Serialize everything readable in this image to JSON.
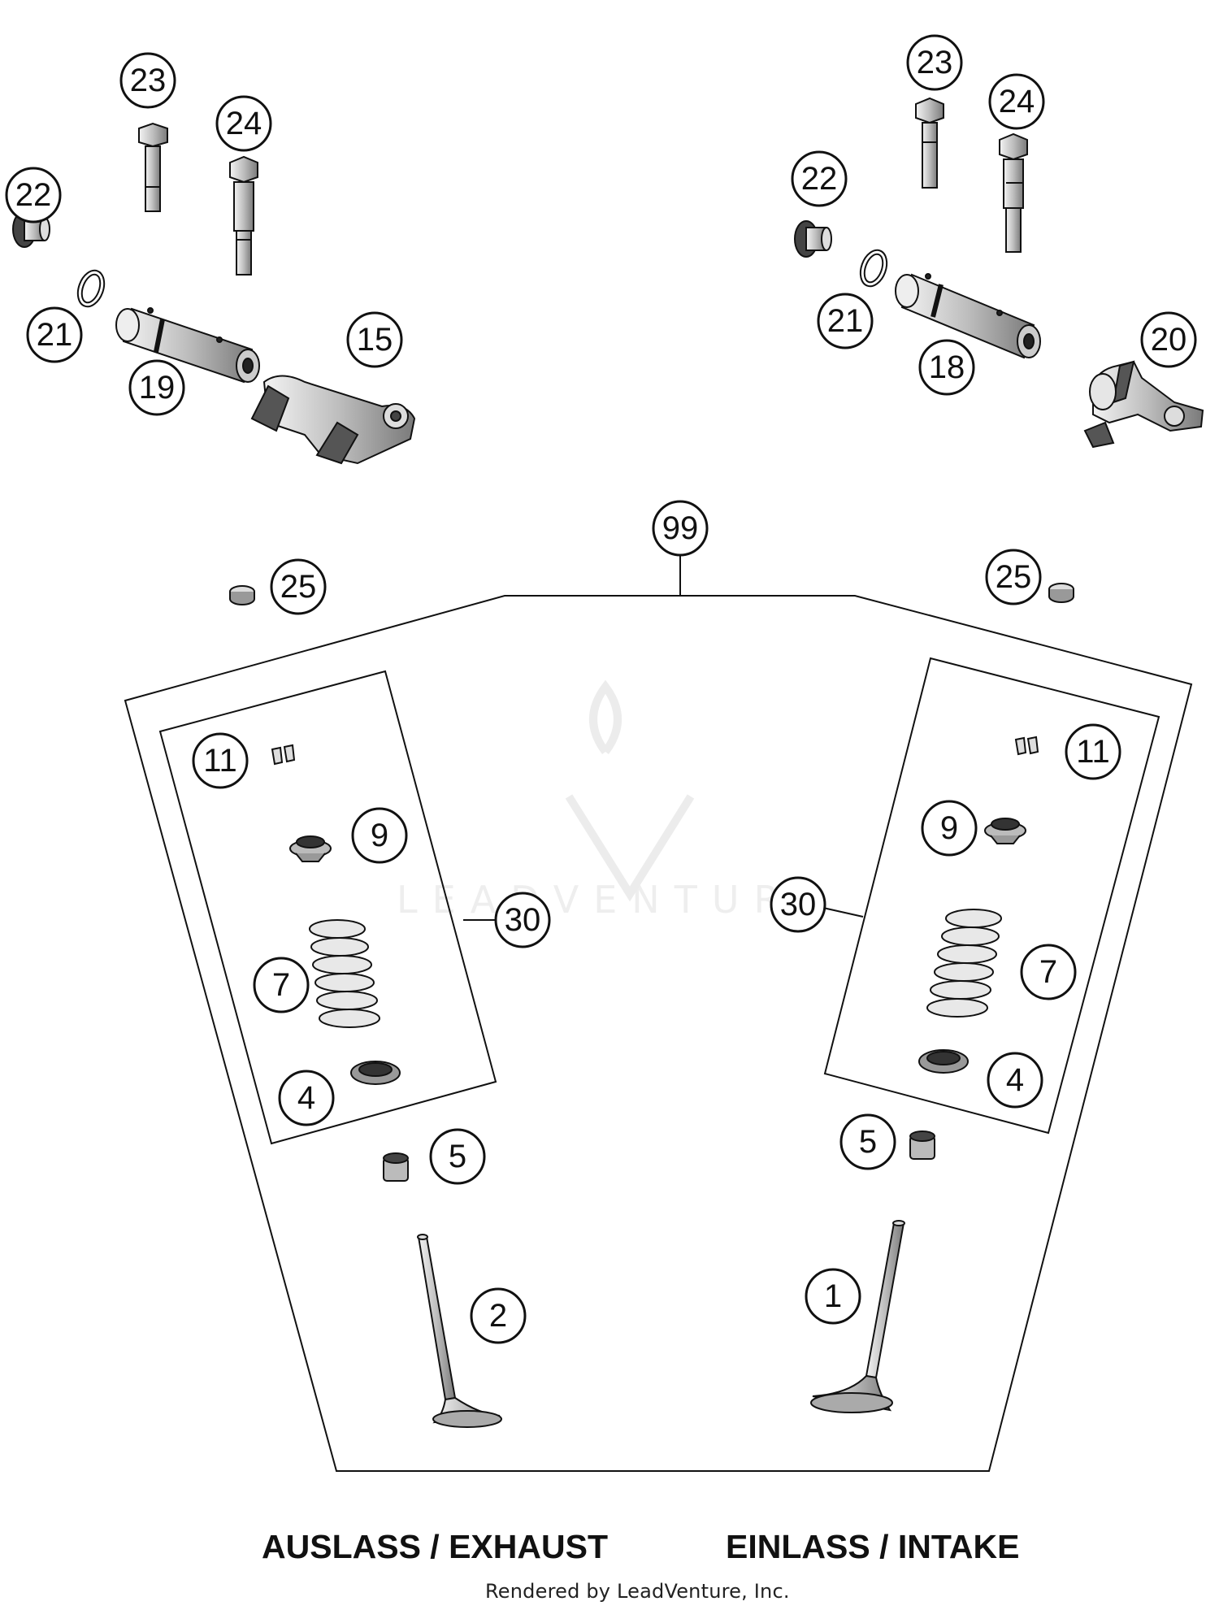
{
  "watermark": "LEADVENTURE",
  "callouts": {
    "c23_l": "23",
    "c24_l": "24",
    "c22_l": "22",
    "c21_l": "21",
    "c19": "19",
    "c15": "15",
    "c23_r": "23",
    "c24_r": "24",
    "c22_r": "22",
    "c21_r": "21",
    "c18": "18",
    "c20": "20",
    "c99": "99",
    "c25_l": "25",
    "c25_r": "25",
    "c11_l": "11",
    "c9_l": "9",
    "c30_l": "30",
    "c7_l": "7",
    "c4_l": "4",
    "c5_l": "5",
    "c2": "2",
    "c11_r": "11",
    "c9_r": "9",
    "c30_r": "30",
    "c7_r": "7",
    "c4_r": "4",
    "c5_r": "5",
    "c1": "1"
  },
  "captions": {
    "exhaust": "AUSLASS / EXHAUST",
    "intake": "EINLASS / INTAKE"
  },
  "credit": "Rendered by LeadVenture, Inc."
}
